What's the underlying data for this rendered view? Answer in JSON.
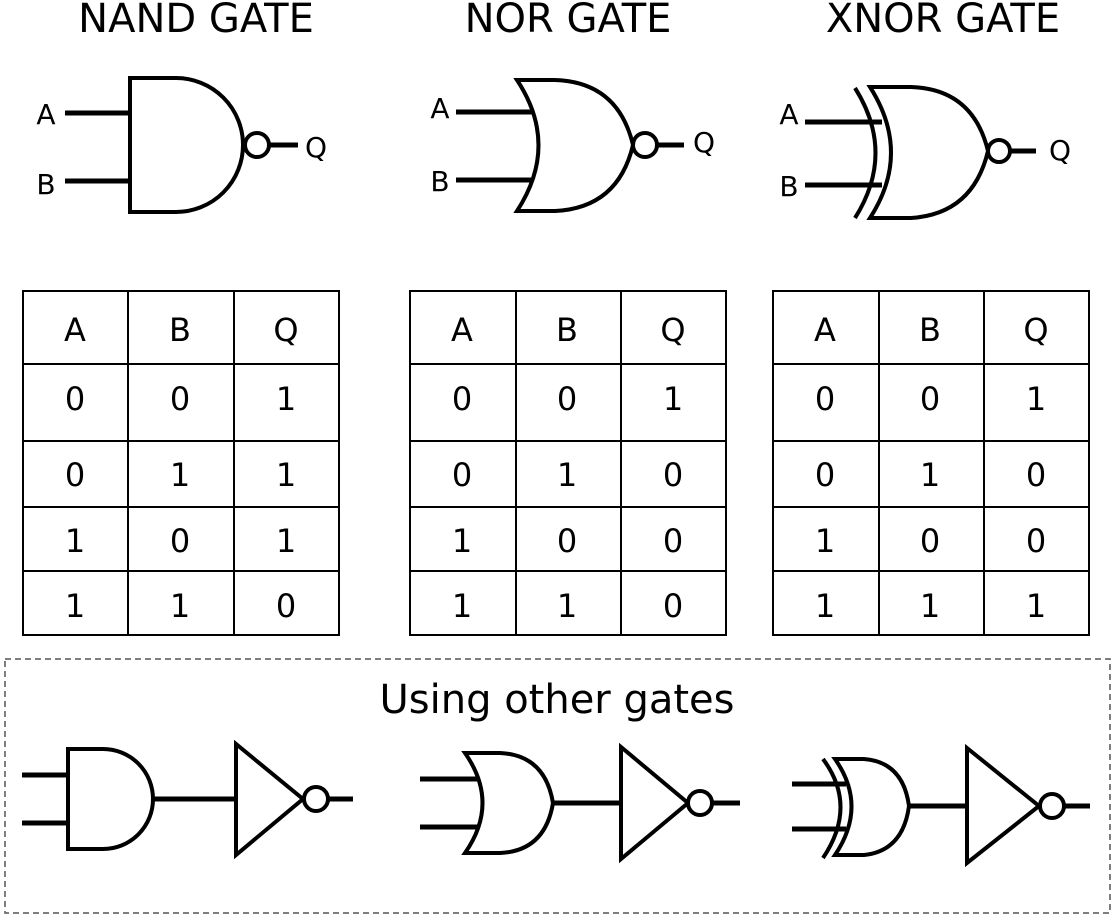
{
  "gates": [
    {
      "title": "NAND GATE",
      "input_a": "A",
      "input_b": "B",
      "output": "Q",
      "table": {
        "headers": [
          "A",
          "B",
          "Q"
        ],
        "rows": [
          [
            "0",
            "0",
            "1"
          ],
          [
            "0",
            "1",
            "1"
          ],
          [
            "1",
            "0",
            "1"
          ],
          [
            "1",
            "1",
            "0"
          ]
        ]
      }
    },
    {
      "title": "NOR GATE",
      "input_a": "A",
      "input_b": "B",
      "output": "Q",
      "table": {
        "headers": [
          "A",
          "B",
          "Q"
        ],
        "rows": [
          [
            "0",
            "0",
            "1"
          ],
          [
            "0",
            "1",
            "0"
          ],
          [
            "1",
            "0",
            "0"
          ],
          [
            "1",
            "1",
            "0"
          ]
        ]
      }
    },
    {
      "title": "XNOR GATE",
      "input_a": "A",
      "input_b": "B",
      "output": "Q",
      "table": {
        "headers": [
          "A",
          "B",
          "Q"
        ],
        "rows": [
          [
            "0",
            "0",
            "1"
          ],
          [
            "0",
            "1",
            "0"
          ],
          [
            "1",
            "0",
            "0"
          ],
          [
            "1",
            "1",
            "1"
          ]
        ]
      }
    }
  ],
  "other_gates": {
    "heading": "Using other gates"
  }
}
